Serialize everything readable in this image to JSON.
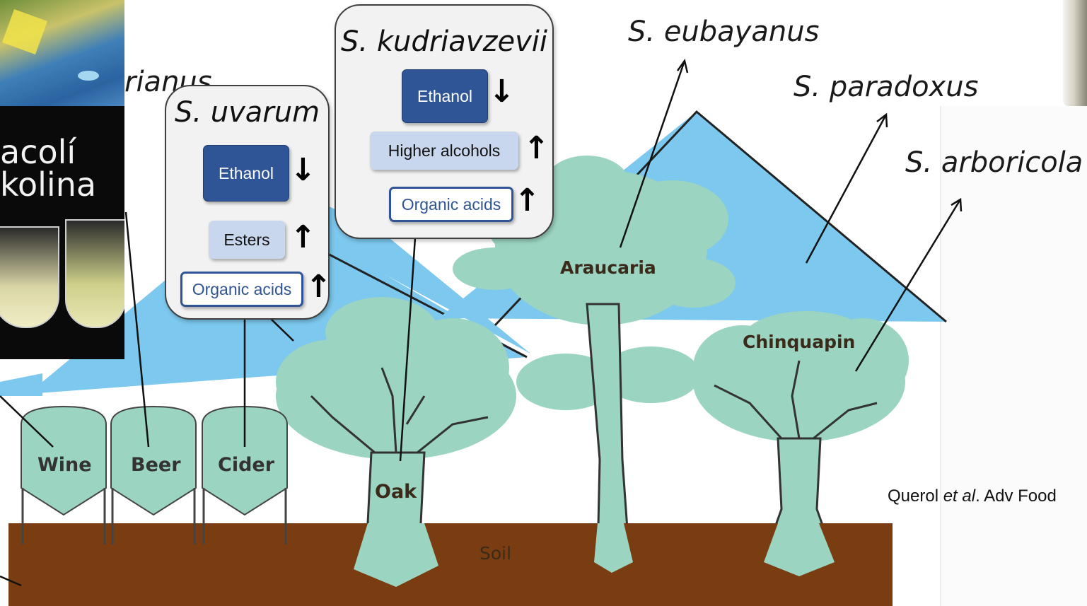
{
  "species": {
    "eubayanus": "S. eubayanus",
    "paradoxus": "S. paradoxus",
    "arboricola": "S. arboricola",
    "partial_left": "rianus"
  },
  "panels": {
    "uvarum": {
      "title": "S. uvarum",
      "items": [
        {
          "label": "Ethanol",
          "trend": "↓"
        },
        {
          "label": "Esters",
          "trend": "↑"
        },
        {
          "label": "Organic acids",
          "trend": "↑"
        }
      ]
    },
    "kudriavzevii": {
      "title": "S. kudriavzevii",
      "items": [
        {
          "label": "Ethanol",
          "trend": "↓"
        },
        {
          "label": "Higher alcohols",
          "trend": "↑"
        },
        {
          "label": "Organic acids",
          "trend": "↑"
        }
      ]
    }
  },
  "habitats": {
    "trees": [
      "Oak",
      "Araucaria",
      "Chinquapin"
    ],
    "tanks": [
      "Wine",
      "Beer",
      "Cider"
    ],
    "soil": "Soil"
  },
  "photo": {
    "text_line1": "acolí",
    "text_line2": "kolina"
  },
  "citation": {
    "prefix": "Querol ",
    "italic": "et al",
    "suffix": ". Adv Food"
  },
  "colors": {
    "mountain": "#7cc8ee",
    "tree": "#9bd4c0",
    "soil": "#7a3d11",
    "dark_box": "#2f5597",
    "light_box": "#c9d7ee"
  }
}
